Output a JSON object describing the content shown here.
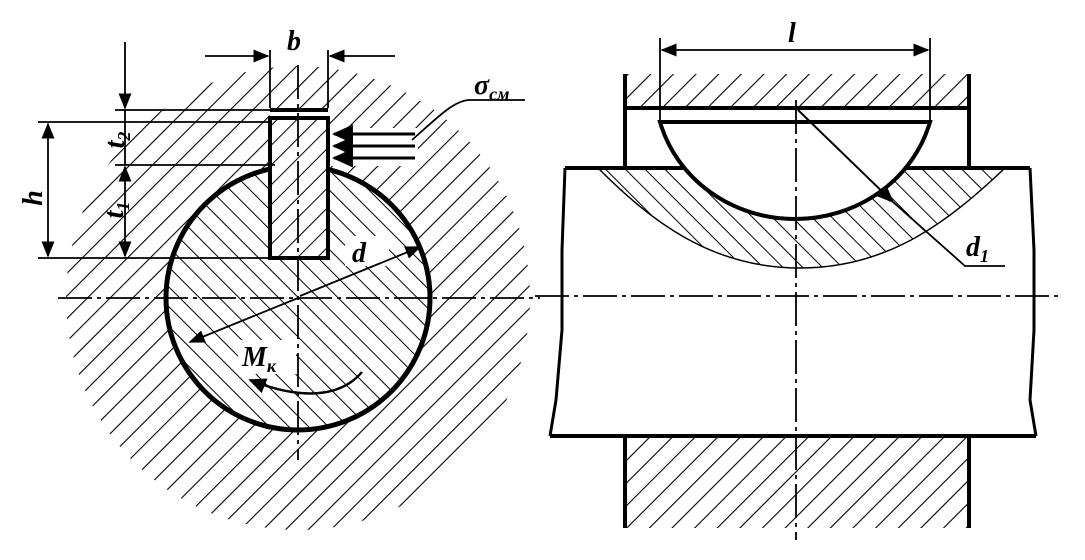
{
  "labels": {
    "b": "b",
    "h": "h",
    "t1": {
      "base": "t",
      "sub": "1"
    },
    "t2": {
      "base": "t",
      "sub": "2"
    },
    "d": "d",
    "sigma": {
      "base": "σ",
      "sub": "см"
    },
    "mk": {
      "base": "M",
      "sub": "к"
    },
    "l": "l",
    "d1": {
      "base": "d",
      "sub": "1"
    }
  },
  "colors": {
    "ink": "#000000",
    "paper": "#ffffff"
  }
}
